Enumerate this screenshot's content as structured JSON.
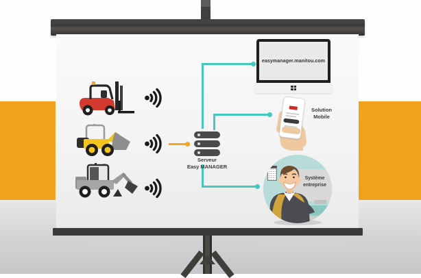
{
  "scene": {
    "description": "Illustrated projection screen showing the Manitou Easy MANAGER telematics flow",
    "machines": [
      {
        "id": "forklift",
        "icon": "forklift-icon"
      },
      {
        "id": "wheel-loader",
        "icon": "wheel-loader-icon"
      },
      {
        "id": "backhoe-loader",
        "icon": "backhoe-loader-icon"
      }
    ],
    "signal_icon": "wifi-signal-icon",
    "server": {
      "icon": "server-stack-icon",
      "label_line1": "Serveur",
      "label_line2": "Easy MANAGER"
    },
    "monitor": {
      "icon": "desktop-monitor-icon",
      "url": "easymanager.manitou.com",
      "logo_icon": "windows-logo-icon"
    },
    "mobile": {
      "icon": "phone-in-hand-icon",
      "label_line1": "Solution",
      "label_line2": "Mobile"
    },
    "enterprise": {
      "icon": "businessman-icon",
      "label_line1": "Système",
      "label_line2": "entreprise"
    }
  },
  "colors": {
    "accent_orange": "#F2A11C",
    "connector_teal": "#45C7BC",
    "connector_orange": "#F5A623",
    "frame_dark": "#3A3A38",
    "machine_red": "#D23A2E",
    "machine_yellow": "#F6C41F",
    "machine_gray": "#A5A5A5",
    "server_dark": "#4A4A4A",
    "enterprise_bg": "#B7DBD8",
    "phone_logo_red": "#CF2B24"
  }
}
